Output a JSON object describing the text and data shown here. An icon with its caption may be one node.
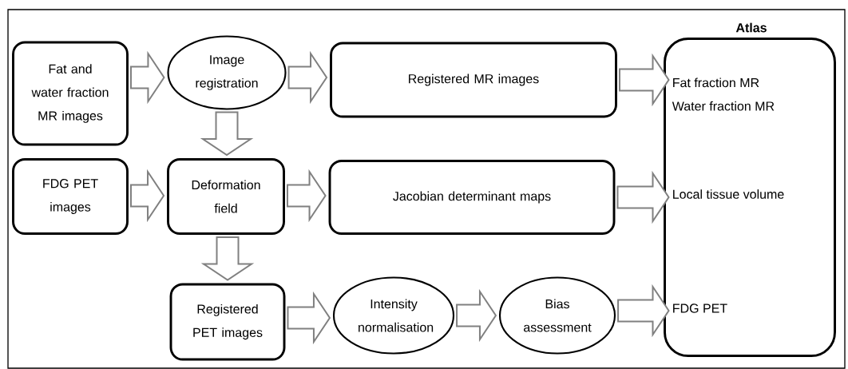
{
  "diagram": {
    "nodes": [
      {
        "text": [
          "Fat and water fraction MR images"
        ]
      },
      {
        "text": [
          "Image registration"
        ]
      },
      {
        "text": [
          "Registered MR images"
        ]
      },
      {
        "text": [
          "Atlas"
        ]
      },
      {
        "text": [
          "Fat fraction MR",
          "Water fraction MR"
        ],
        "in": 3
      },
      {
        "text": [
          "FDG PET images"
        ]
      },
      {
        "text": [
          "Deformation field"
        ]
      },
      {
        "text": [
          "Jacobian determinant maps"
        ]
      },
      {
        "text": [
          "Local tissue volume"
        ],
        "in": 3
      },
      {
        "text": [
          "Registered PET images"
        ]
      },
      {
        "text": [
          "Intensity normalisation"
        ]
      },
      {
        "text": [
          "Bias assessment"
        ]
      },
      {
        "text": [
          "FDG PET"
        ],
        "in": 3
      }
    ],
    "edges": [
      {
        "from": 0,
        "to": 1,
        "arrow": "to"
      },
      {
        "from": 1,
        "to": 2,
        "arrow": "to"
      },
      {
        "from": 2,
        "to": 4,
        "arrow": "to"
      },
      {
        "from": 1,
        "to": 6,
        "arrow": "to"
      },
      {
        "from": 5,
        "to": 6,
        "arrow": "to"
      },
      {
        "from": 6,
        "to": 7,
        "arrow": "to"
      },
      {
        "from": 7,
        "to": 8,
        "arrow": "to"
      },
      {
        "from": 6,
        "to": 9,
        "arrow": "to"
      },
      {
        "from": 9,
        "to": 10,
        "arrow": "to"
      },
      {
        "from": 10,
        "to": 11,
        "arrow": "to"
      },
      {
        "from": 11,
        "to": 12,
        "arrow": "to"
      }
    ]
  }
}
